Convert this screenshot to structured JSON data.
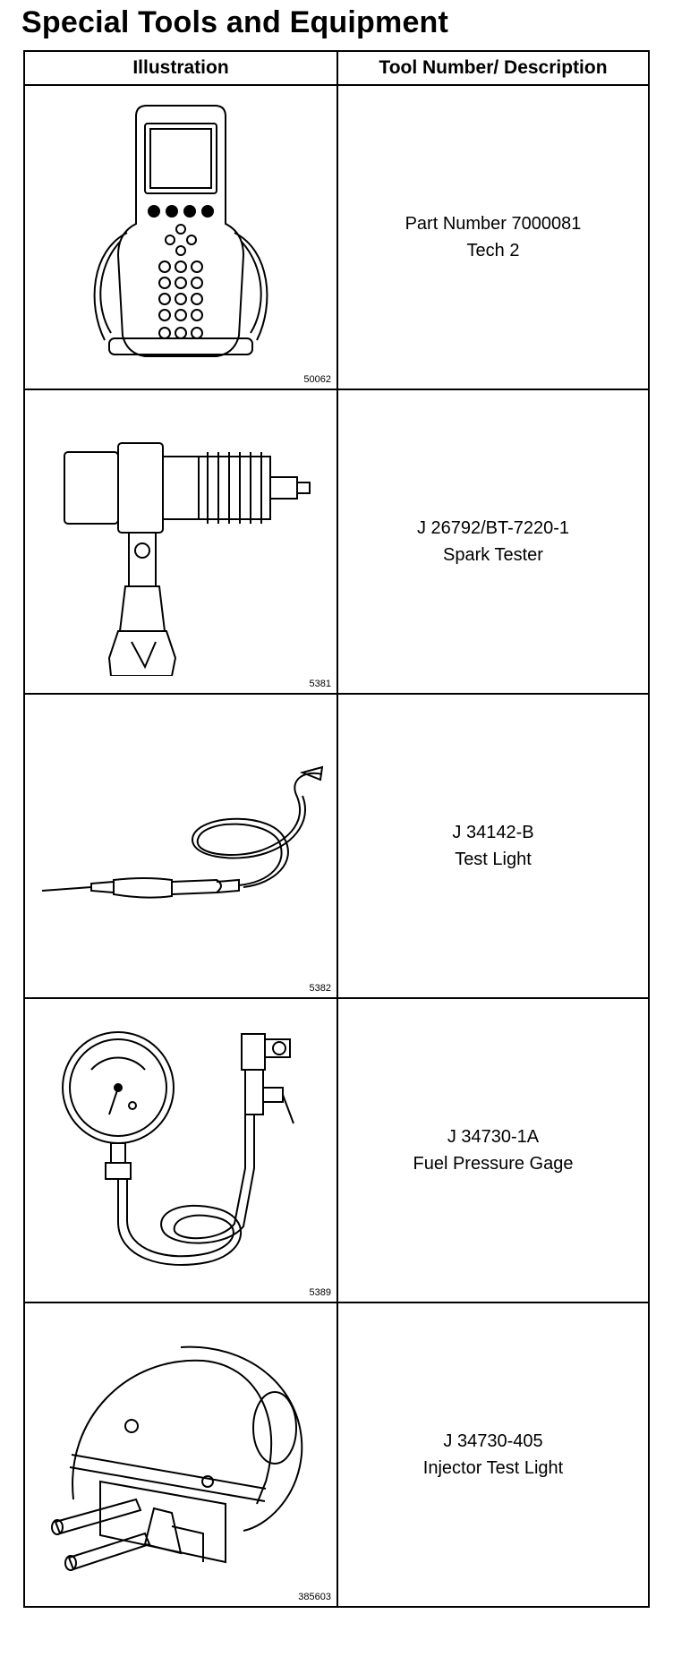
{
  "title": "Special Tools and Equipment",
  "headers": {
    "illustration": "Illustration",
    "description": "Tool Number/ Description"
  },
  "rows": [
    {
      "figure": "50062",
      "number": "Part Number 7000081",
      "name": "Tech 2",
      "icon": "scan-tool-icon"
    },
    {
      "figure": "5381",
      "number": "J 26792/BT-7220-1",
      "name": "Spark Tester",
      "icon": "spark-tester-icon"
    },
    {
      "figure": "5382",
      "number": "J 34142-B",
      "name": "Test Light",
      "icon": "test-light-icon"
    },
    {
      "figure": "5389",
      "number": "J 34730-1A",
      "name": "Fuel Pressure Gage",
      "icon": "pressure-gage-icon"
    },
    {
      "figure": "385603",
      "number": "J 34730-405",
      "name": "Injector Test Light",
      "icon": "injector-test-light-icon"
    }
  ]
}
